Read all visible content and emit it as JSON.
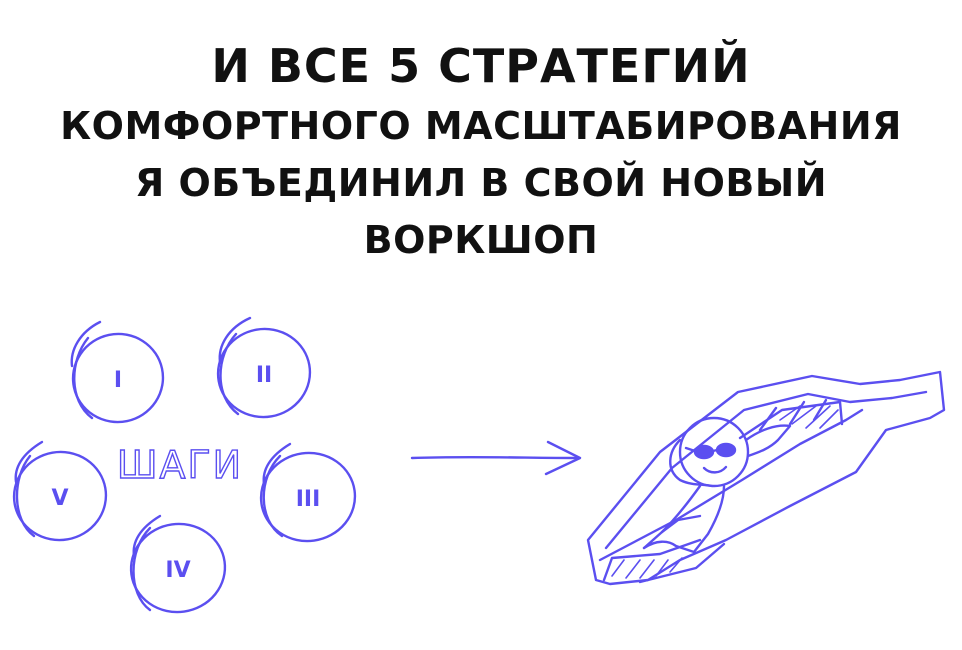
{
  "headline": {
    "line1": "И ВСЕ 5 СТРАТЕГИЙ",
    "line2": "КОМФОРТНОГО МАСШТАБИРОВАНИЯ",
    "line3": "Я ОБЪЕДИНИЛ В СВОЙ НОВЫЙ",
    "line4": "ВОРКШОП"
  },
  "steps": {
    "center_label": "ШАГИ",
    "items": [
      {
        "numeral": "I"
      },
      {
        "numeral": "II"
      },
      {
        "numeral": "III"
      },
      {
        "numeral": "IV"
      },
      {
        "numeral": "V"
      }
    ]
  },
  "colors": {
    "accent": "#5b4ff0",
    "text": "#111111",
    "background": "#ffffff"
  },
  "icons": [
    "arrow-right-icon",
    "escalator-icon",
    "relaxed-person-icon",
    "sunglasses-icon"
  ]
}
